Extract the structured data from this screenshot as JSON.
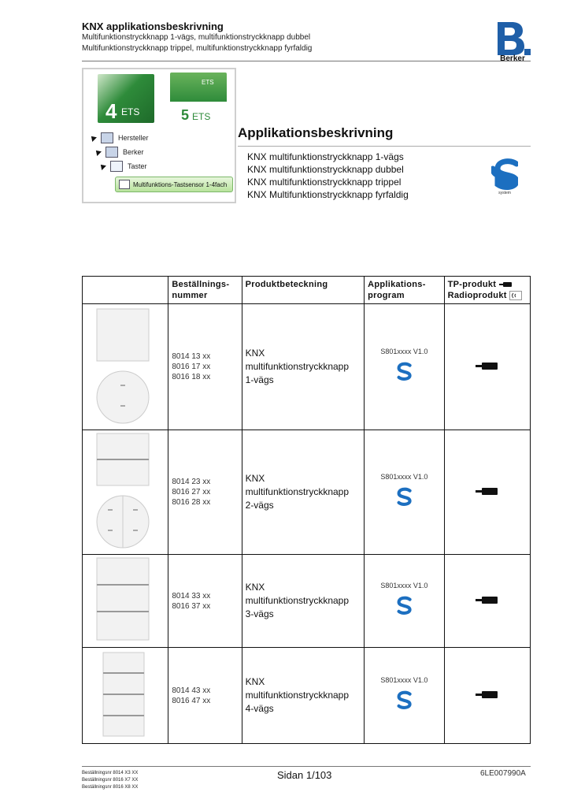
{
  "header": {
    "title": "KNX applikationsbeskrivning",
    "subtitle_line1": "Multifunktionstryckknapp 1-vägs, multifunktionstryckknapp dubbel",
    "subtitle_line2": "Multifunktionstryckknapp trippel, multifunktionstryckknapp fyrfaldig",
    "logo_text": "Berker"
  },
  "ets_panel": {
    "tree": [
      {
        "label": "Hersteller"
      },
      {
        "label": "Berker"
      },
      {
        "label": "Taster"
      }
    ],
    "selected_item": "Multifunktions-Tastsensor 1-4fach"
  },
  "application": {
    "heading": "Applikationsbeskrivning",
    "lines": [
      "KNX multifunktionstryckknapp 1-vägs",
      "KNX multifunktionstryckknapp dubbel",
      "KNX multifunktionstryckknapp trippel",
      "KNX Multifunktionstryckknapp fyrfaldig"
    ]
  },
  "table": {
    "headers": {
      "order_no": "Beställnings-\nnummer",
      "product": "Produktbeteckning",
      "app_program": "Applikations-\nprogram",
      "tp_product": "TP-produkt",
      "radio_product": "Radioprodukt"
    },
    "rows": [
      {
        "numbers": [
          "8014 13 xx",
          "8016 17 xx",
          "8016 18 xx"
        ],
        "name": [
          "KNX",
          "multifunktionstryckknapp",
          "1-vägs"
        ],
        "app": "S801xxxx V1.0"
      },
      {
        "numbers": [
          "8014 23 xx",
          "8016 27 xx",
          "8016 28 xx"
        ],
        "name": [
          "KNX",
          "multifunktionstryckknapp",
          "2-vägs"
        ],
        "app": "S801xxxx V1.0"
      },
      {
        "numbers": [
          "8014 33 xx",
          "8016 37 xx"
        ],
        "name": [
          "KNX",
          "multifunktionstryckknapp",
          "3-vägs"
        ],
        "app": "S801xxxx V1.0"
      },
      {
        "numbers": [
          "8014 43 xx",
          "8016 47 xx"
        ],
        "name": [
          "KNX",
          "multifunktionstryckknapp",
          "4-vägs"
        ],
        "app": "S801xxxx V1.0"
      }
    ]
  },
  "footer": {
    "order_lines": [
      "Beställningsnr 8014 X3 XX",
      "Beställningsnr 8016 X7 XX",
      "Beställningsnr 8016 X8 XX"
    ],
    "page": "Sidan 1/103",
    "doc_no": "6LE007990A"
  },
  "colors": {
    "berker_blue": "#1f5fa8",
    "s_system_blue": "#1c6fc0",
    "ets_green": "#2e8b3a"
  }
}
